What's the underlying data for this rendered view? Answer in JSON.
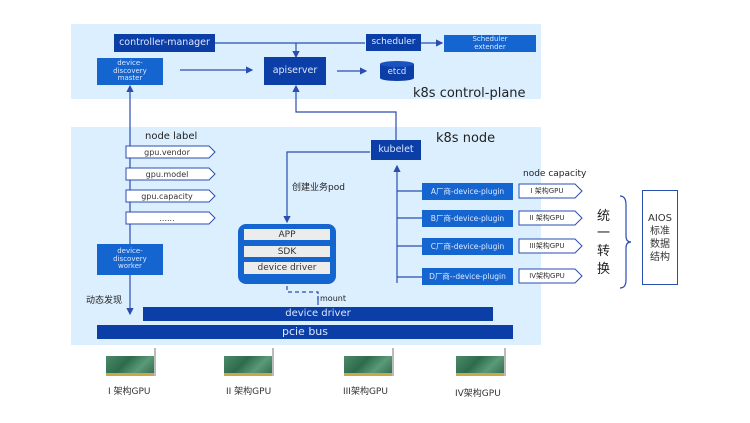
{
  "control_plane": {
    "title": "k8s control-plane",
    "controller_manager": "controller-manager",
    "device_discovery_master": "device-\ndiscovery\nmaster",
    "apiserver": "apiserver",
    "scheduler": "scheduler",
    "scheduler_extender": "Scheduler\nextender",
    "etcd": "etcd"
  },
  "node": {
    "title": "k8s node",
    "node_label_title": "node label",
    "labels": [
      "gpu.vendor",
      "gpu.model",
      "gpu.capacity",
      "......"
    ],
    "device_discovery_worker": "device-\ndiscovery\nworker",
    "dynamic_discovery": "动态发现",
    "kubelet": "kubelet",
    "create_pod": "创建业务pod",
    "pod_rows": [
      "APP",
      "SDK",
      "device driver"
    ],
    "mount": "mount",
    "device_driver": "device driver",
    "pcie_bus": "pcie bus",
    "plugins": [
      "A厂商-device-plugin",
      "B厂商-device-plugin",
      "C厂商-device-plugin",
      "D厂商--device-plugin"
    ],
    "capacity_title": "node capacity",
    "capacities": [
      "I 架构GPU",
      "II 架构GPU",
      "III架构GPU",
      "IV架构GPU"
    ]
  },
  "conversion": {
    "chars": [
      "统",
      "一",
      "转",
      "换"
    ],
    "aios": "AIOS\n标准\n数据\n结构"
  },
  "gpus": [
    "I 架构GPU",
    "II 架构GPU",
    "III架构GPU",
    "IV架构GPU"
  ],
  "colors": {
    "panel": "#dcefff",
    "dark_blue": "#0b3ea6",
    "mid_blue": "#1565d0",
    "line": "#2a4db0"
  }
}
